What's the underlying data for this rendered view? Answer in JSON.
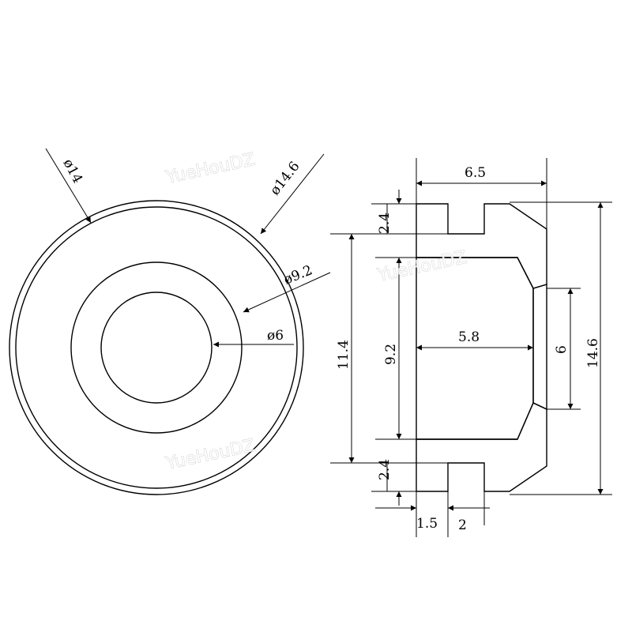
{
  "watermark": "YueHouDZ",
  "front_view": {
    "outer_diameter": "ø14.6",
    "rim_diameter": "ø14",
    "groove_diameter": "ø9.2",
    "bore_diameter": "ø6"
  },
  "section_view": {
    "total_width": "6.5",
    "flange_height_top": "2.4",
    "flange_height_bottom": "2.4",
    "body_height": "11.4",
    "inner_height": "9.2",
    "inner_depth": "5.8",
    "bore": "6",
    "outer_height": "14.6",
    "flange_thickness": "1.5",
    "groove_width": "2"
  }
}
